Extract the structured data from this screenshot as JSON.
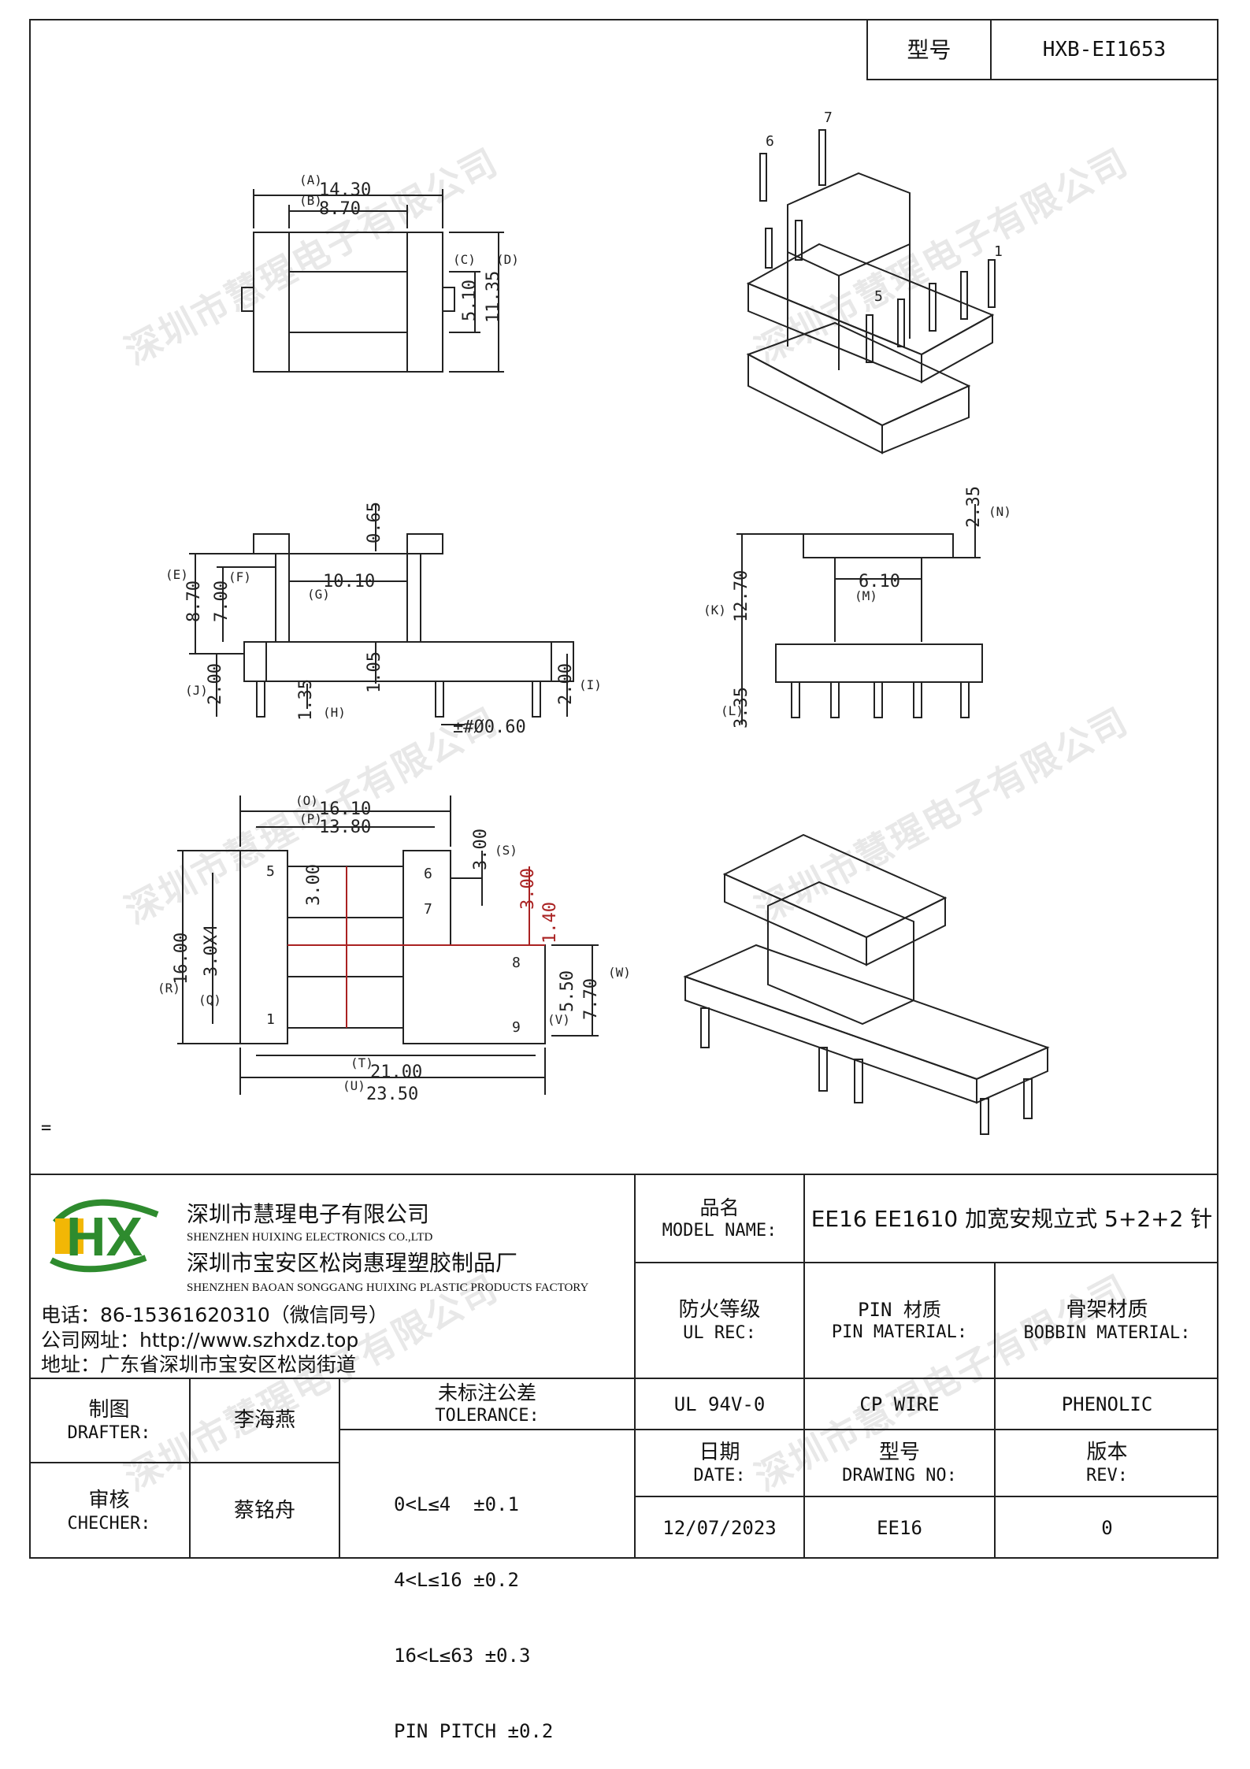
{
  "header": {
    "model_label": "型号",
    "model_value": "HXB-EI1653"
  },
  "watermark": "深圳市慧瑆电子有限公司",
  "drawing": {
    "pins_iso": [
      "6",
      "7",
      "1",
      "5"
    ],
    "top": {
      "A": "(A)",
      "A_val": "14.30",
      "B": "(B)",
      "B_val": "8.70",
      "C": "(C)",
      "C_val": "5.10",
      "D": "(D)",
      "D_val": "11.35"
    },
    "front": {
      "E": "(E)",
      "E_val": "8.70",
      "F": "(F)",
      "F_val": "7.00",
      "G": "(G)",
      "G_val": "10.10",
      "top_val": "0.65",
      "mid_val": "1.05",
      "H": "(H)",
      "H_val": "1.35",
      "I": "(I)",
      "I_val": "2.00",
      "J": "(J)",
      "J_val": "2.00",
      "pin_val": "±#Ø0.60"
    },
    "side": {
      "N": "(N)",
      "N_val": "2.35",
      "K": "(K)",
      "K_val": "12.70",
      "M": "(M)",
      "M_val": "6.10",
      "L": "(L)",
      "L_val": "3.35"
    },
    "bottom": {
      "O": "(O)",
      "O_val": "16.10",
      "P": "(P)",
      "P_val": "13.80",
      "S": "(S)",
      "S_val": "3.00",
      "inner_val": "3.00",
      "red_val": "3.00",
      "red2_val": "1.40",
      "R": "(R)",
      "R_val": "16.00",
      "Q": "(Q)",
      "Q_val": "3.0X4",
      "W": "(W)",
      "W_val": "7.70",
      "V": "(V)",
      "V_val": "5.50",
      "T": "(T)",
      "T_val": "21.00",
      "U": "(U)",
      "U_val": "23.50",
      "pin_nums": [
        "5",
        "1",
        "6",
        "7",
        "8",
        "9"
      ]
    },
    "stray": "="
  },
  "company": {
    "logo": "HX",
    "name_cn": "深圳市慧瑆电子有限公司",
    "name_en": "SHENZHEN HUIXING ELECTRONICS CO.,LTD",
    "factory_cn": "深圳市宝安区松岗惠瑆塑胶制品厂",
    "factory_en": "SHENZHEN BAOAN SONGGANG HUIXING PLASTIC PRODUCTS FACTORY",
    "phone": "电话：86-15361620310（微信同号）",
    "website": "公司网址：http://www.szhxdz.top",
    "address": "地址：广东省深圳市宝安区松岗街道"
  },
  "table": {
    "model_name_cn": "品名",
    "model_name_en": "MODEL NAME:",
    "model_name_value": "EE16 EE1610 加宽安规立式 5+2+2 针",
    "ul_cn": "防火等级",
    "ul_en": "UL REC:",
    "ul_value": "UL 94V-0",
    "pin_cn": "PIN 材质",
    "pin_en": "PIN MATERIAL:",
    "pin_value": "CP WIRE",
    "bobbin_cn": "骨架材质",
    "bobbin_en": "BOBBIN MATERIAL:",
    "bobbin_value": "PHENOLIC",
    "drafter_cn": "制图",
    "drafter_en": "DRAFTER:",
    "drafter_value": "李海燕",
    "checker_cn": "审核",
    "checker_en": "CHECHER:",
    "checker_value": "蔡铭舟",
    "tol_cn": "未标注公差",
    "tol_en": "TOLERANCE:",
    "tol_lines": [
      "0<L≤4  ±0.1",
      "4<L≤16 ±0.2",
      "16<L≤63 ±0.3",
      "PIN PITCH ±0.2"
    ],
    "date_cn": "日期",
    "date_en": "DATE:",
    "date_value": "12/07/2023",
    "dwg_cn": "型号",
    "dwg_en": "DRAWING NO:",
    "dwg_value": "EE16",
    "rev_cn": "版本",
    "rev_en": "REV:",
    "rev_value": "0"
  }
}
